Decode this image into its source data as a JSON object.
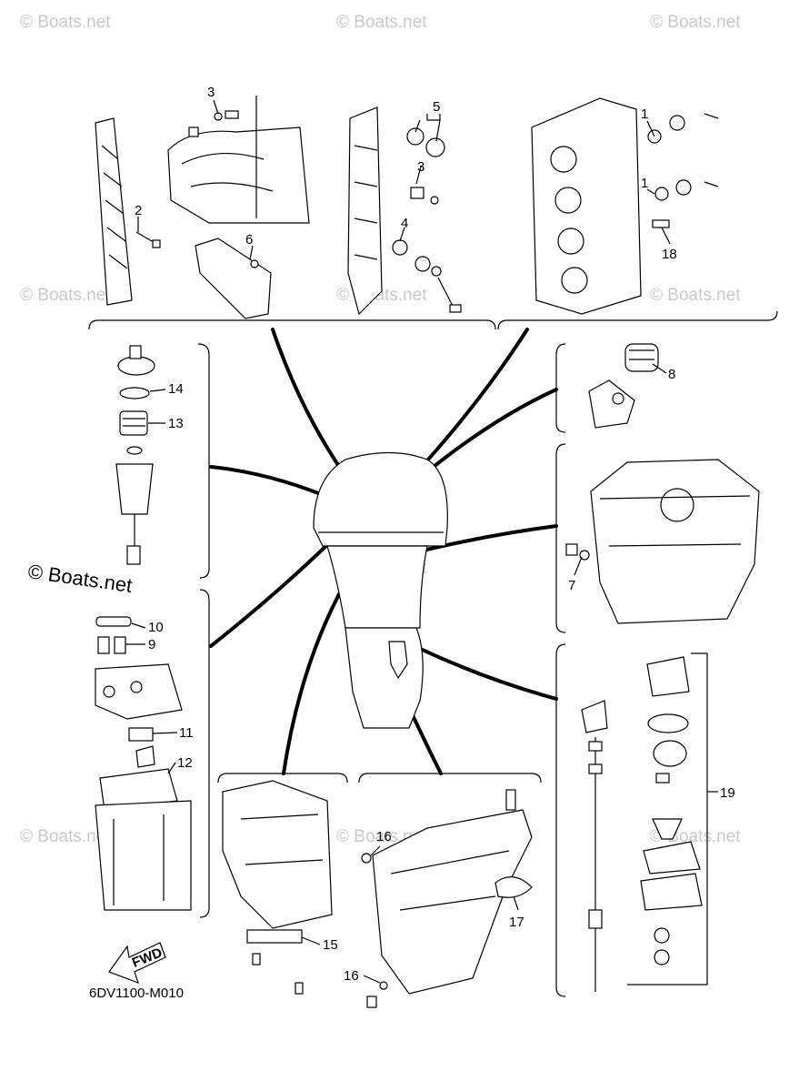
{
  "watermark": {
    "text": "© Boats.net"
  },
  "callouts": {
    "c1a": "1",
    "c1b": "1",
    "c2": "2",
    "c3a": "3",
    "c3b": "3",
    "c4": "4",
    "c5": "5",
    "c6": "6",
    "c7": "7",
    "c8": "8",
    "c9": "9",
    "c10": "10",
    "c11": "11",
    "c12": "12",
    "c13": "13",
    "c14": "14",
    "c15": "15",
    "c16a": "16",
    "c16b": "16",
    "c17": "17",
    "c18": "18",
    "c19": "19"
  },
  "fwd_label": "FWD",
  "diagram_code": "6DV1100-M010"
}
